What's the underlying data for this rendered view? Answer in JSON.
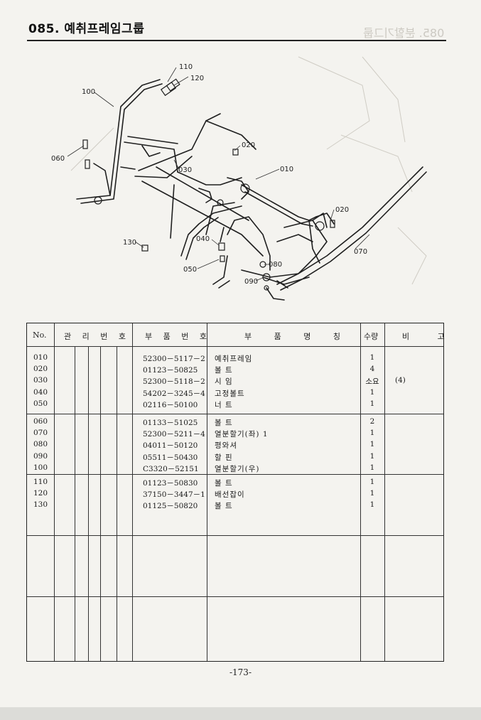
{
  "page": {
    "title": "085. 예취프레임그룹",
    "page_number": "-173-"
  },
  "diagram": {
    "labels": [
      "110",
      "120",
      "100",
      "060",
      "020",
      "030",
      "010",
      "020",
      "070",
      "130",
      "040",
      "050",
      "080",
      "090"
    ]
  },
  "table": {
    "headers": {
      "no": "No.",
      "mgmt": "관 리 번 호",
      "part_no": "부 품 번 호",
      "part_name": "부 품 명 칭",
      "qty": "수량",
      "remarks": "비 고"
    },
    "rows": [
      {
        "no": "010",
        "part_no": "52300－5117－2",
        "name": "예취프레임",
        "qty": "1",
        "remarks": ""
      },
      {
        "no": "020",
        "part_no": "01123－50825",
        "name": "볼 트",
        "qty": "4",
        "remarks": ""
      },
      {
        "no": "030",
        "part_no": "52300－5118－2",
        "name": "시 임",
        "qty": "소요",
        "remarks": "(4)"
      },
      {
        "no": "040",
        "part_no": "54202－3245－4",
        "name": "고정볼트",
        "qty": "1",
        "remarks": ""
      },
      {
        "no": "050",
        "part_no": "02116－50100",
        "name": "너 트",
        "qty": "1",
        "remarks": ""
      },
      {
        "no": "060",
        "part_no": "01133－51025",
        "name": "볼 트",
        "qty": "2",
        "remarks": ""
      },
      {
        "no": "070",
        "part_no": "52300－5211－4",
        "name": "열분할기(좌) 1",
        "qty": "1",
        "remarks": ""
      },
      {
        "no": "080",
        "part_no": "04011－50120",
        "name": "평와셔",
        "qty": "1",
        "remarks": ""
      },
      {
        "no": "090",
        "part_no": "05511－50430",
        "name": "할 핀",
        "qty": "1",
        "remarks": ""
      },
      {
        "no": "100",
        "part_no": "C3320－52151",
        "name": "열분할기(우)",
        "qty": "1",
        "remarks": ""
      },
      {
        "no": "110",
        "part_no": "01123－50830",
        "name": "볼 트",
        "qty": "1",
        "remarks": ""
      },
      {
        "no": "120",
        "part_no": "37150－3447－1",
        "name": "배선잡이",
        "qty": "1",
        "remarks": ""
      },
      {
        "no": "130",
        "part_no": "01125－50820",
        "name": "볼 트",
        "qty": "1",
        "remarks": ""
      }
    ]
  }
}
